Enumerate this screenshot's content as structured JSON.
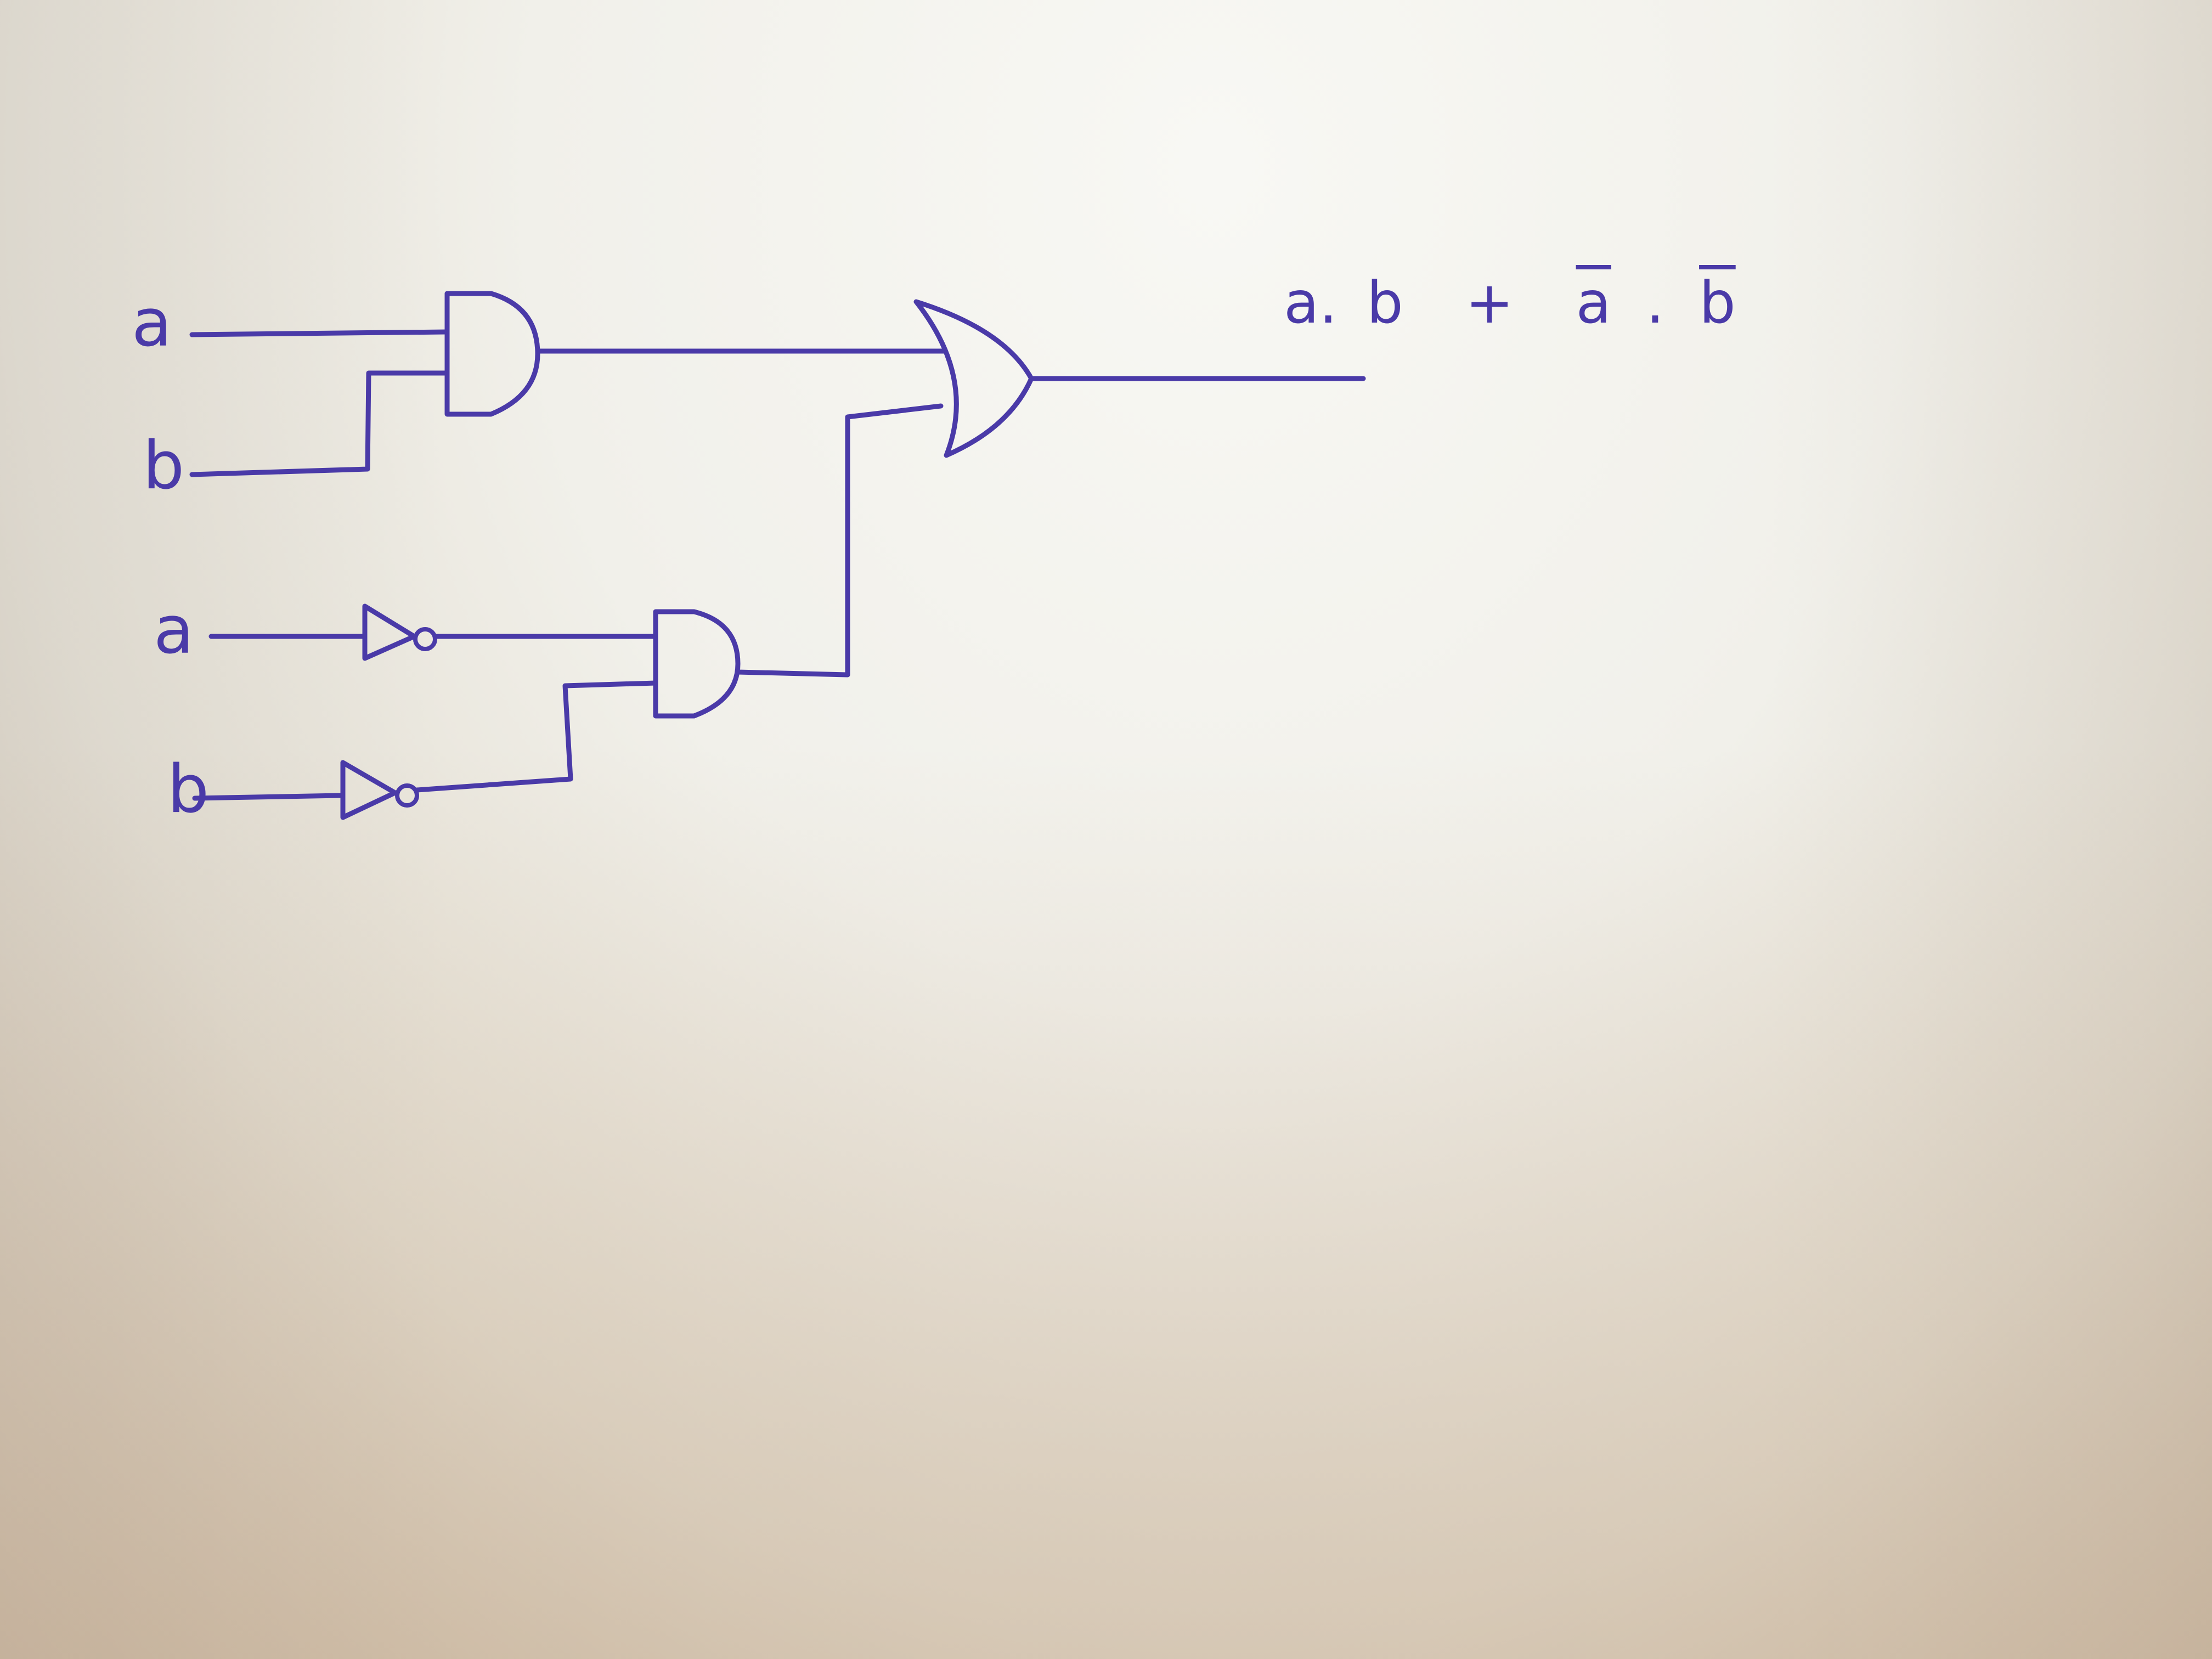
{
  "diagram": {
    "type": "logic-circuit",
    "inputs": [
      {
        "id": "in-a-1",
        "label": "a",
        "inverted": false
      },
      {
        "id": "in-b-1",
        "label": "b",
        "inverted": false
      },
      {
        "id": "in-a-2",
        "label": "a",
        "inverted": true
      },
      {
        "id": "in-b-2",
        "label": "b",
        "inverted": true
      }
    ],
    "gates": [
      {
        "id": "and-1",
        "type": "AND",
        "inputs": [
          "a",
          "b"
        ]
      },
      {
        "id": "not-a",
        "type": "NOT",
        "inputs": [
          "a"
        ]
      },
      {
        "id": "not-b",
        "type": "NOT",
        "inputs": [
          "b"
        ]
      },
      {
        "id": "and-2",
        "type": "AND",
        "inputs": [
          "not-a",
          "not-b"
        ]
      },
      {
        "id": "or-1",
        "type": "OR",
        "inputs": [
          "and-1",
          "and-2"
        ]
      }
    ],
    "output": {
      "expression_parts": {
        "a1": "a",
        "dot1": ".",
        "b1": "b",
        "plus": "+",
        "a2": "a",
        "dot2": ".",
        "b2": "b"
      }
    },
    "ink_color": "#4a3aa8"
  }
}
